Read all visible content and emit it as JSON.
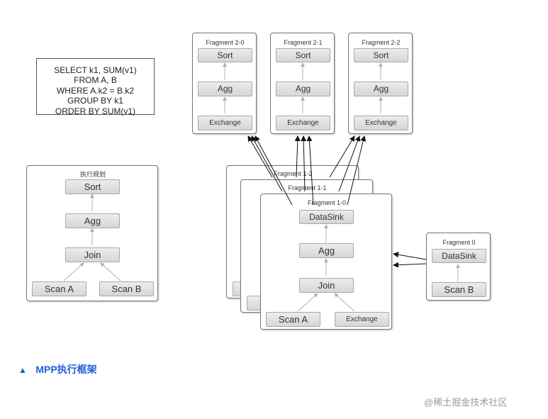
{
  "sql": {
    "lines": [
      "SELECT k1, SUM(v1)",
      "FROM A, B",
      "WHERE A.k2 = B.k2",
      "GROUP BY k1",
      "ORDER BY SUM(v1)"
    ]
  },
  "plan": {
    "title": "执行规划",
    "sort": "Sort",
    "agg": "Agg",
    "join": "Join",
    "scan_a": "Scan A",
    "scan_b": "Scan B"
  },
  "fragments2": [
    {
      "title": "Fragment 2-0",
      "sort": "Sort",
      "agg": "Agg",
      "exchange": "Exchange"
    },
    {
      "title": "Fragment 2-1",
      "sort": "Sort",
      "agg": "Agg",
      "exchange": "Exchange"
    },
    {
      "title": "Fragment 2-2",
      "sort": "Sort",
      "agg": "Agg",
      "exchange": "Exchange"
    }
  ],
  "fragment1_back": [
    {
      "title": "Fragment 1-2"
    },
    {
      "title": "Fragment 1-1"
    }
  ],
  "fragment1_front": {
    "title": "Fragment 1-0",
    "datasink": "DataSink",
    "agg": "Agg",
    "join": "Join",
    "scan_a": "Scan A",
    "exchange": "Exchange"
  },
  "fragment0": {
    "title": "Fragment 0",
    "datasink": "DataSink",
    "scan_b": "Scan B"
  },
  "caption": {
    "icon": "triangle-up-icon",
    "text": "MPP执行框架"
  },
  "watermark": "@稀土掘金技术社区",
  "colors": {
    "caption": "#1f5fd6",
    "node_border": "#a9a9a9",
    "arrow_gray": "#b0b0b0",
    "arrow_black": "#111111"
  }
}
